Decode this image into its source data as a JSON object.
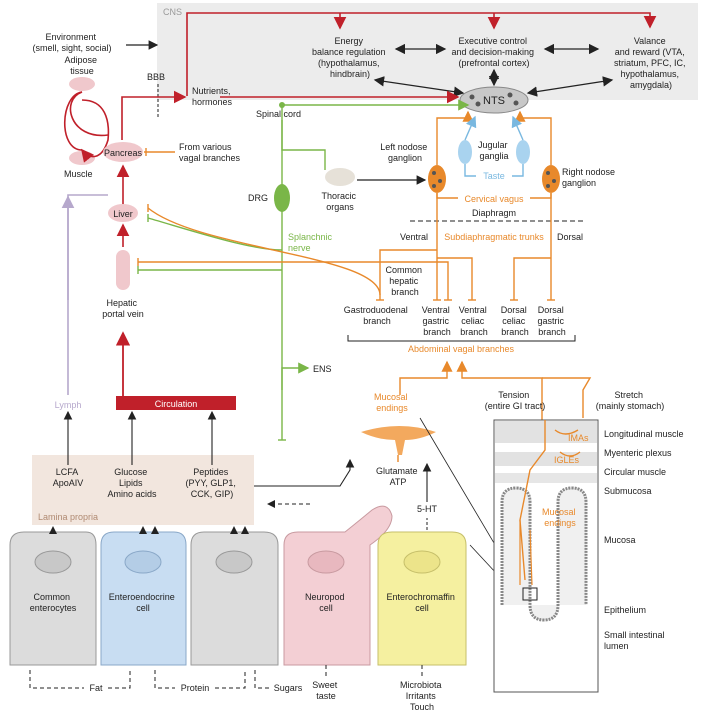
{
  "cns": {
    "label": "CNS",
    "energy": [
      "Energy",
      "balance regulation",
      "(hypothalamus,",
      "hindbrain)"
    ],
    "executive": [
      "Executive control",
      "and decision-making",
      "(prefrontal cortex)"
    ],
    "valance": [
      "Valance",
      "and reward (VTA,",
      "striatum, PFC, IC,",
      "hypothalamus,",
      "amygdala)"
    ],
    "nts": "NTS"
  },
  "environment": [
    "Environment",
    "(smell, sight, social)"
  ],
  "bbb": "BBB",
  "nutrients": [
    "Nutrients,",
    "hormones"
  ],
  "spinal_cord": "Spinal cord",
  "adipose": [
    "Adipose",
    "tissue"
  ],
  "muscle": "Muscle",
  "pancreas": "Pancreas",
  "from_vagal": [
    "From various",
    "vagal branches"
  ],
  "liver": "Liver",
  "hepatic_portal": [
    "Hepatic",
    "portal vein"
  ],
  "drg": "DRG",
  "splanchnic": [
    "Splanchnic",
    "nerve"
  ],
  "thoracic": [
    "Thoracic",
    "organs"
  ],
  "left_nodose": [
    "Left nodose",
    "ganglion"
  ],
  "right_nodose": [
    "Right nodose",
    "ganglion"
  ],
  "jugular": [
    "Jugular",
    "ganglia"
  ],
  "taste": "Taste",
  "cervical_vagus": "Cervical vagus",
  "diaphragm": "Diaphragm",
  "ventral": "Ventral",
  "dorsal": "Dorsal",
  "subdiaphragmatic": "Subdiaphragmatic trunks",
  "common_hepatic": [
    "Common",
    "hepatic",
    "branch"
  ],
  "branches": {
    "gastroduodenal": [
      "Gastroduodenal",
      "branch"
    ],
    "ventral_gastric": [
      "Ventral",
      "gastric",
      "branch"
    ],
    "ventral_celiac": [
      "Ventral",
      "celiac",
      "branch"
    ],
    "dorsal_celiac": [
      "Dorsal",
      "celiac",
      "branch"
    ],
    "dorsal_gastric": [
      "Dorsal",
      "gastric",
      "branch"
    ]
  },
  "abdominal": "Abdominal vagal branches",
  "ens": "ENS",
  "lymph": "Lymph",
  "circulation": "Circulation",
  "mucosal_endings": [
    "Mucosal",
    "endings"
  ],
  "tension": [
    "Tension",
    "(entire GI tract)"
  ],
  "stretch": [
    "Stretch",
    "(mainly stomach)"
  ],
  "layers": {
    "longitudinal": "Longitudinal muscle",
    "myenteric": "Myenteric plexus",
    "circular": "Circular muscle",
    "submucosa": "Submucosa",
    "mucosa": "Mucosa",
    "epithelium": "Epithelium",
    "lumen": [
      "Small intestinal",
      "lumen"
    ]
  },
  "imas": "IMAs",
  "igles": "IGLEs",
  "inset_mucosal": [
    "Mucosal",
    "endings"
  ],
  "lamina": {
    "label": "Lamina propria",
    "lcfa": [
      "LCFA",
      "ApoAIV"
    ],
    "glucose": [
      "Glucose",
      "Lipids",
      "Amino acids"
    ],
    "peptides": [
      "Peptides",
      "(PYY, GLP1,",
      "CCK, GIP)"
    ]
  },
  "glutamate": [
    "Glutamate",
    "ATP"
  ],
  "ht": "5-HT",
  "cells": {
    "common": [
      "Common",
      "enterocytes"
    ],
    "entero": [
      "Enteroendocrine",
      "cell"
    ],
    "neuropod": [
      "Neuropod",
      "cell"
    ],
    "enterochromaffin": [
      "Enterochromaffin",
      "cell"
    ]
  },
  "bottom": {
    "fat": "Fat",
    "protein": "Protein",
    "sugars": "Sugars",
    "sweet": [
      "Sweet",
      "taste"
    ],
    "micro": [
      "Microbiota",
      "Irritants",
      "Touch"
    ]
  },
  "colors": {
    "red": "#c0202a",
    "orange": "#e8892b",
    "green": "#7ab648",
    "blue": "#79b8e0",
    "lavender": "#b6a8cc",
    "cns_bg": "#ececec",
    "lamina_bg": "#f2e6de"
  }
}
